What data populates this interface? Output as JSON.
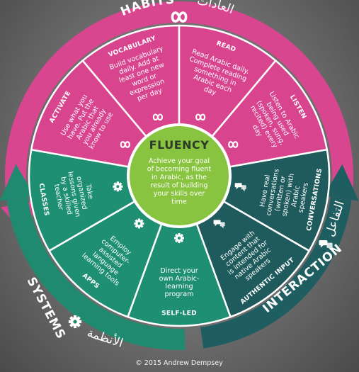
{
  "colors": {
    "habits": "#d9448f",
    "habits_ring": "#d94690",
    "systems": "#1f8f73",
    "systems_ring": "#1f8a70",
    "interaction": "#1f5b5c",
    "interaction_ring": "#1f5e60",
    "center": "#88c43f",
    "divider": "#ffffff"
  },
  "rings": {
    "habits": {
      "label": "HABITS",
      "arabic": "العادات",
      "icon": "infinity-icon"
    },
    "systems": {
      "label": "SYSTEMS",
      "arabic": "الأنظمة",
      "icon": "gear-icon"
    },
    "interaction": {
      "label": "INTERACTION",
      "arabic": "التفاعل",
      "icon": "speech-bubbles-icon"
    }
  },
  "center": {
    "title": "FLUENCY",
    "body": [
      "Achieve your goal",
      "of becoming fluent",
      "in Arabic, as the",
      "result of building",
      "your skills over",
      "time"
    ]
  },
  "segments": [
    {
      "key": "vocabulary",
      "group": "habits",
      "title": "VOCABULARY",
      "icon": "infinity-icon",
      "body": [
        "Build vocabulary",
        "daily. Add at",
        "least one new",
        "word or",
        "expression",
        "per day"
      ]
    },
    {
      "key": "read",
      "group": "habits",
      "title": "READ",
      "icon": "infinity-icon",
      "body": [
        "Read Arabic daily.",
        "Complete reading",
        "something in",
        "Arabic each",
        "day"
      ]
    },
    {
      "key": "listen",
      "group": "habits",
      "title": "LISTEN",
      "icon": "infinity-icon",
      "body": [
        "Listen to Arabic",
        "being used",
        "(spoken, sung,",
        "recited) every",
        "day"
      ]
    },
    {
      "key": "conversations",
      "group": "interaction",
      "title": "CONVERSATIONS",
      "icon": "speech-bubbles-icon",
      "body": [
        "Have real",
        "conversations",
        "(written or",
        "spoken) with",
        "Arabic",
        "speakers"
      ]
    },
    {
      "key": "authentic_input",
      "group": "interaction",
      "title": "AUTHENTIC INPUT",
      "icon": "speech-bubbles-icon",
      "body": [
        "Engage with",
        "content that",
        "is intended for",
        "native Arabic",
        "speakers"
      ]
    },
    {
      "key": "self_led",
      "group": "systems",
      "title": "SELF-LED",
      "icon": "gear-icon",
      "body": [
        "Direct your",
        "own Arabic-",
        "learning",
        "program"
      ]
    },
    {
      "key": "apps",
      "group": "systems",
      "title": "APPS",
      "icon": "gear-icon",
      "body": [
        "Employ",
        "computer-",
        "assisted",
        "language",
        "learning tools"
      ]
    },
    {
      "key": "classes",
      "group": "systems",
      "title": "CLASSES",
      "icon": "gear-icon",
      "body": [
        "Take",
        "organized",
        "lessons given",
        "by a skilled",
        "teacher"
      ]
    },
    {
      "key": "activate",
      "group": "habits",
      "title": "ACTIVATE",
      "icon": "infinity-icon",
      "body": [
        "Use what you",
        "have. Put the",
        "Arabic that",
        "you already",
        "know to use"
      ]
    }
  ],
  "copyright": "© 2015 Andrew Dempsey"
}
